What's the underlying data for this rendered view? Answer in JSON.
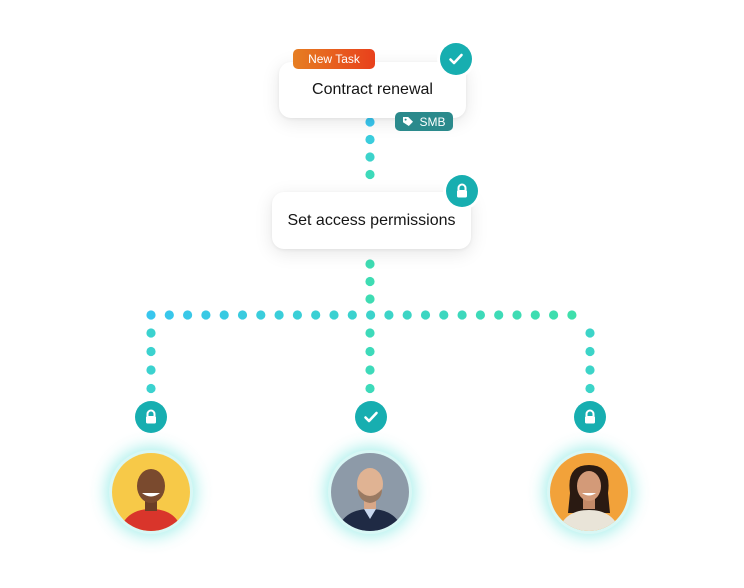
{
  "task": {
    "label": "Contract renewal",
    "tag_new": "New Task",
    "tag_segment": "SMB",
    "status": "check-icon"
  },
  "step": {
    "label": "Set access permissions",
    "status": "lock-icon"
  },
  "assignees": [
    {
      "name": "assignee-1",
      "status": "lock-icon",
      "bg": "#f7c948",
      "shirt": "#d9352b"
    },
    {
      "name": "assignee-2",
      "status": "check-icon",
      "bg": "#8d9aa8",
      "shirt": "#1f2a44"
    },
    {
      "name": "assignee-3",
      "status": "lock-icon",
      "bg": "#f2a23a",
      "shirt": "#e9e4d8"
    }
  ],
  "colors": {
    "accent": "#17aeb0",
    "dot_blue": "#38c6ee",
    "dot_green": "#3fe0a8",
    "badge_new": "#e8401c",
    "badge_smb": "#2b8a8c"
  }
}
